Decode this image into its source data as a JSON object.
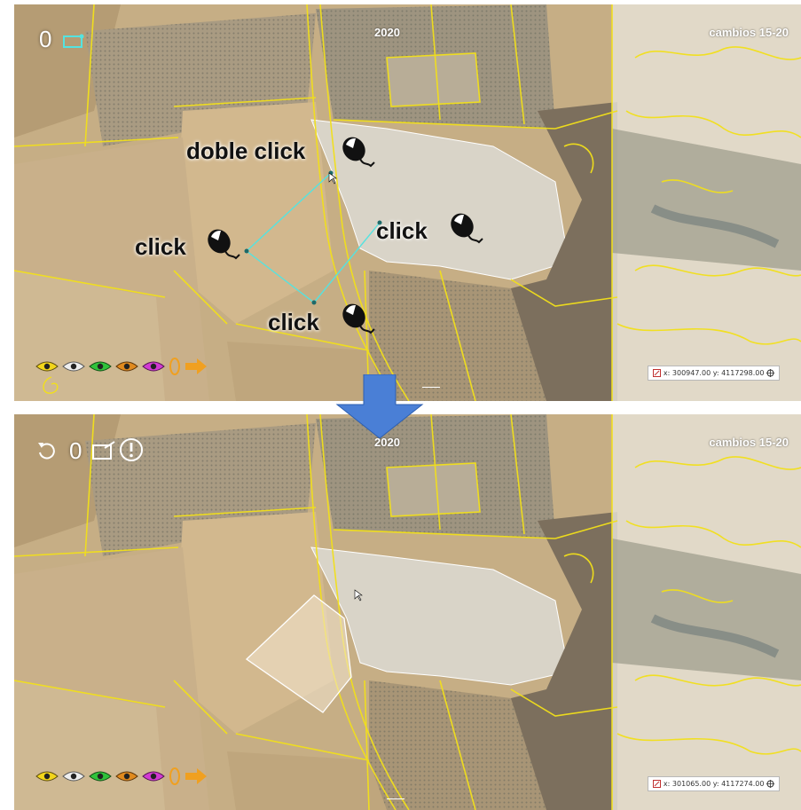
{
  "top": {
    "year": "2020",
    "changes": "cambios 15-20",
    "counter": "0",
    "coords": "x: 300947.00 y: 4117298.00",
    "annotations": {
      "double_click": "doble click",
      "click_left": "click",
      "click_right": "click",
      "click_bottom": "click"
    }
  },
  "bottom": {
    "year": "2020",
    "changes": "cambios 15-20",
    "counter": "0",
    "coords": "x: 301065.00 y: 4117274.00"
  },
  "colors": {
    "parcel_line": "#f2e01a",
    "draw_line": "#54e3e0",
    "arrow": "#4a7fd6",
    "eye_yellow": "#f2d51a",
    "eye_white": "#eeeeee",
    "eye_green": "#2fc23a",
    "eye_orange": "#e08a1e",
    "eye_magenta": "#d23ad2",
    "next_arrow": "#f0a020"
  },
  "icons": [
    "undo-icon",
    "edit-icon",
    "alert-icon",
    "polygon-tool-icon",
    "eye-icon",
    "mouse-icon",
    "coordinate-icon",
    "next-arrow-icon",
    "down-arrow-icon"
  ]
}
